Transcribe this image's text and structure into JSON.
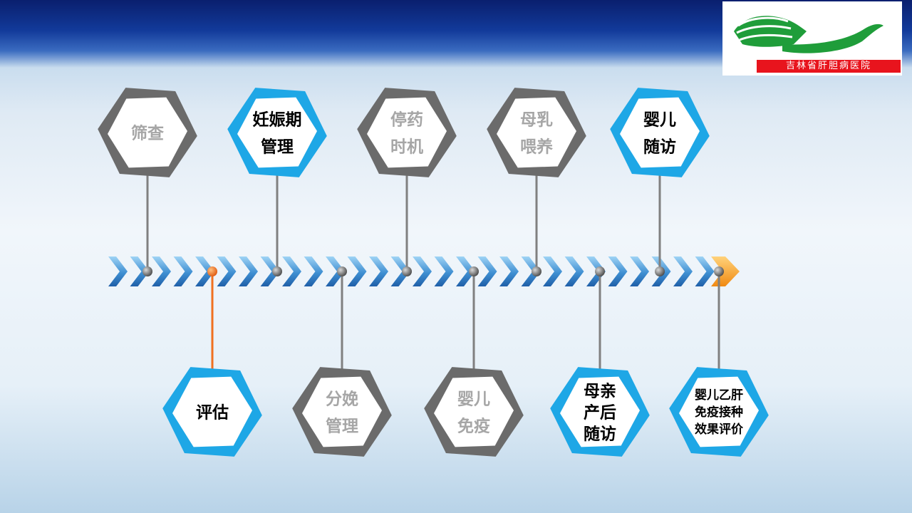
{
  "logo": {
    "text": "吉林省肝胆病医院"
  },
  "timeline": {
    "top_nodes": [
      {
        "lines": [
          "筛查"
        ],
        "active": false,
        "dot": 207
      },
      {
        "lines": [
          "妊娠期",
          "管理"
        ],
        "active": true,
        "dot": 389
      },
      {
        "lines": [
          "停药",
          "时机"
        ],
        "active": false,
        "dot": 571
      },
      {
        "lines": [
          "母乳",
          "喂养"
        ],
        "active": false,
        "dot": 753
      },
      {
        "lines": [
          "婴儿",
          "随访"
        ],
        "active": true,
        "dot": 926
      }
    ],
    "bottom_nodes": [
      {
        "lines": [
          "评估"
        ],
        "active": true,
        "highlight": true,
        "dot": 298
      },
      {
        "lines": [
          "分娩",
          "管理"
        ],
        "active": false,
        "dot": 480
      },
      {
        "lines": [
          "婴儿",
          "免疫"
        ],
        "active": false,
        "dot": 665
      },
      {
        "lines": [
          "母亲",
          "产后",
          "随访"
        ],
        "active": true,
        "dot": 842
      },
      {
        "lines": [
          "婴儿乙肝",
          "免疫接种",
          "效果评价"
        ],
        "active": true,
        "dot": 1009
      }
    ]
  },
  "colors": {
    "active_border": "#1ea7e6",
    "inactive_border": "#6b6b6b",
    "active_text": "#000000",
    "inactive_text": "#a6a6a6",
    "connector": "#808080",
    "highlight": "#f07020",
    "arrow_tip": "#f5a623"
  }
}
